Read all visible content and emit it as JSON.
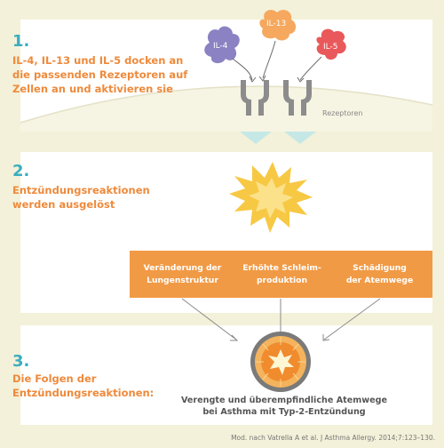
{
  "step1": {
    "number": "1.",
    "text_lines": [
      "IL-4, IL-13 und IL-5 docken an",
      "die passenden Rezeptoren auf",
      "Zellen an und aktivieren sie"
    ],
    "cytokines": [
      {
        "label": "IL-4",
        "color": "#8a82c2"
      },
      {
        "label": "IL-13",
        "color": "#f5a85e"
      },
      {
        "label": "IL-5",
        "color": "#e9595b"
      }
    ],
    "receptor_label": "Rezeptoren"
  },
  "step2": {
    "number": "2.",
    "text_lines": [
      "Entzündungsreaktionen",
      "werden ausgelöst"
    ],
    "boxes": [
      {
        "lines": [
          "Veränderung der",
          "Lungenstruktur"
        ]
      },
      {
        "lines": [
          "Erhöhte Schleim-",
          "produktion"
        ]
      },
      {
        "lines": [
          "Schädigung",
          "der Atemwege"
        ]
      }
    ]
  },
  "step3": {
    "number": "3.",
    "text_lines": [
      "Die Folgen der",
      "Entzündungsreaktionen:"
    ],
    "caption_lines": [
      "Verengte und überempfindliche Atemwege",
      "bei Asthma mit Typ-2-Entzündung"
    ]
  },
  "citation": "Mod. nach Vatrella A et al. J Asthma Allergy. 2014;7:123–130.",
  "colors": {
    "background": "#f3f1d9",
    "accent_blue": "#3aaec0",
    "accent_orange": "#ee8a3c",
    "box_orange": "#f19a45",
    "receptor_gray": "#8c8c8c",
    "teal_arrow": "#c5e8e6",
    "burst_yellow": "#f7c844"
  }
}
